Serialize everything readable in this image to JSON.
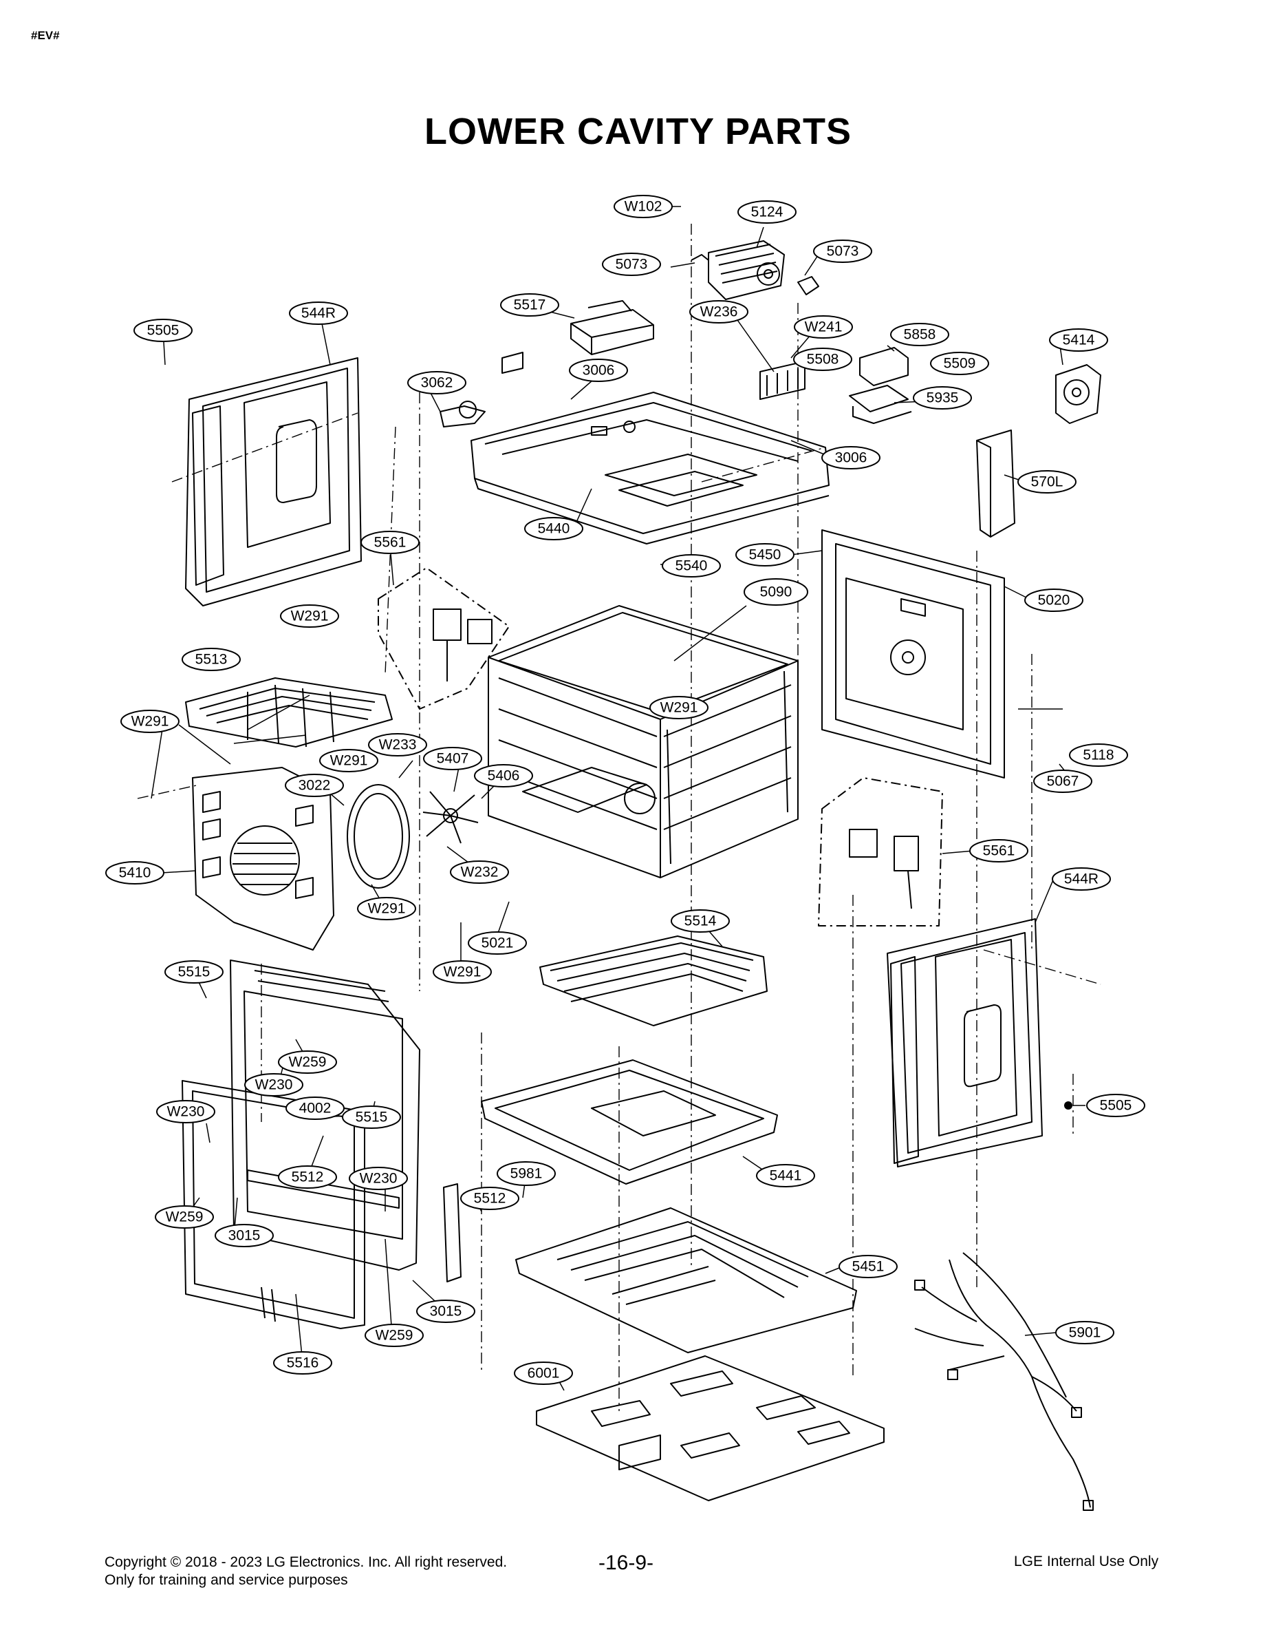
{
  "header": {
    "tag": "#EV#",
    "title": "LOWER CAVITY PARTS"
  },
  "callouts": [
    "W102",
    "5124",
    "5073",
    "5073",
    "5517",
    "W236",
    "W241",
    "5858",
    "5414",
    "5505",
    "544R",
    "3006",
    "5508",
    "5509",
    "3062",
    "5935",
    "3006",
    "570L",
    "5440",
    "5561",
    "5450",
    "5540",
    "5090",
    "5020",
    "W291",
    "5513",
    "W291",
    "W291",
    "W291",
    "W233",
    "5407",
    "5406",
    "3022",
    "5118",
    "5067",
    "5561",
    "5410",
    "W232",
    "544R",
    "W291",
    "5514",
    "5021",
    "W291",
    "5515",
    "W259",
    "W230",
    "4002",
    "5515",
    "5505",
    "W230",
    "5981",
    "5441",
    "5512",
    "W230",
    "5512",
    "W259",
    "3015",
    "5451",
    "3015",
    "W259",
    "5901",
    "5516",
    "6001"
  ],
  "footer": {
    "copyright": "Copyright © 2018 - 2023 LG Electronics. Inc. All right reserved.",
    "note": "Only for training and service purposes",
    "page": "-16-9-",
    "internal": "LGE Internal Use Only"
  }
}
